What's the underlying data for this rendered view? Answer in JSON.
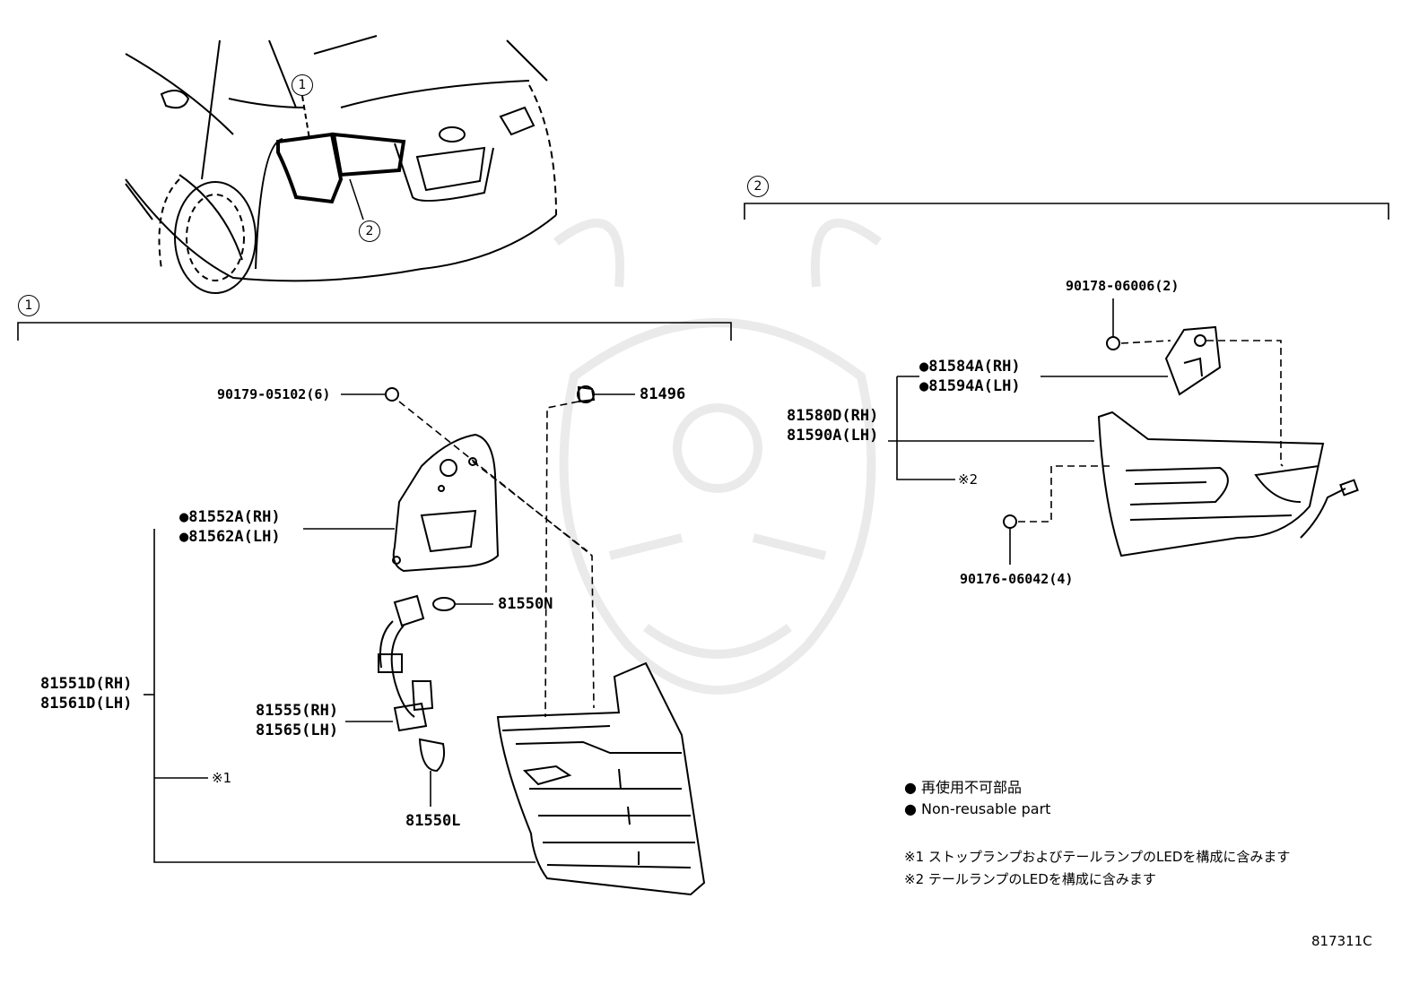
{
  "callouts": {
    "one": "1",
    "two": "2"
  },
  "group1": {
    "clip": "90179-05102(6)",
    "socket_plug": "81496",
    "gasket_rh": "●81552A(RH)",
    "gasket_lh": "●81562A(LH)",
    "bulb_n": "81550N",
    "lamp_rh": "81551D(RH)",
    "lamp_lh": "81561D(LH)",
    "socket_rh": "81555(RH)",
    "socket_lh": "81565(LH)",
    "bulb_l": "81550L",
    "note_ref": "※1"
  },
  "group2": {
    "nut_top": "90178-06006(2)",
    "gasket_rh": "●81584A(RH)",
    "gasket_lh": "●81594A(LH)",
    "lamp_rh": "81580D(RH)",
    "lamp_lh": "81590A(LH)",
    "note_ref": "※2",
    "nut_bottom": "90176-06042(4)"
  },
  "legend": {
    "line1": "● 再使用不可部品",
    "line2": "● Non-reusable part",
    "note1": "※1 ストップランプおよびテールランプのLEDを構成に含みます",
    "note2": "※2 テールランプのLEDを構成に含みます"
  },
  "diagram_code": "817311C"
}
